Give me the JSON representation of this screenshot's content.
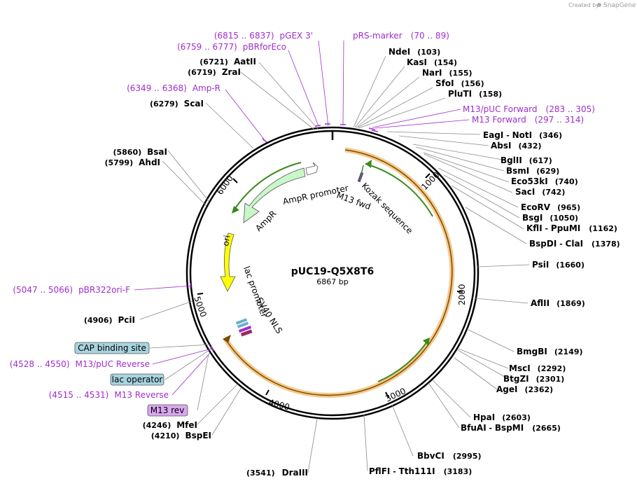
{
  "watermark": {
    "prefix": "Created by",
    "brand": "SnapGene"
  },
  "plasmid": {
    "name": "pUC19-Q5X8T6",
    "length_label": "6867 bp",
    "length": 6867
  },
  "ticks": [
    "1000",
    "2000",
    "3000",
    "4000",
    "5000",
    "6000"
  ],
  "enzymes": [
    {
      "name": "NdeI",
      "pos": "(103)"
    },
    {
      "name": "KasI",
      "pos": "(154)"
    },
    {
      "name": "NarI",
      "pos": "(155)"
    },
    {
      "name": "SfoI",
      "pos": "(156)"
    },
    {
      "name": "PluTI",
      "pos": "(158)"
    },
    {
      "name": "EagI",
      "sep": " - ",
      "name2": "NotI",
      "pos": "(346)"
    },
    {
      "name": "AbsI",
      "pos": "(432)"
    },
    {
      "name": "BglII",
      "pos": "(617)"
    },
    {
      "name": "BsmI",
      "pos": "(629)"
    },
    {
      "name": "Eco53kI",
      "pos": "(740)"
    },
    {
      "name": "SacI",
      "pos": "(742)"
    },
    {
      "name": "EcoRV",
      "pos": "(965)"
    },
    {
      "name": "BsgI",
      "pos": "(1050)"
    },
    {
      "name": "KflI",
      "sep": " - ",
      "name2": "PpuMI",
      "pos": "(1162)"
    },
    {
      "name": "BspDI",
      "sep": " - ",
      "name2": "ClaI",
      "pos": "(1378)"
    },
    {
      "name": "PsiI",
      "pos": "(1660)"
    },
    {
      "name": "AflII",
      "pos": "(1869)"
    },
    {
      "name": "BmgBI",
      "pos": "(2149)"
    },
    {
      "name": "MscI",
      "pos": "(2292)"
    },
    {
      "name": "BtgZI",
      "pos": "(2301)"
    },
    {
      "name": "AgeI",
      "pos": "(2362)"
    },
    {
      "name": "HpaI",
      "pos": "(2603)"
    },
    {
      "name": "BfuAI",
      "sep": " - ",
      "name2": "BspMI",
      "pos": "(2665)"
    },
    {
      "name": "BbvCI",
      "pos": "(2995)"
    },
    {
      "name": "PflFI",
      "sep": " - ",
      "name2": "Tth111I",
      "pos": "(3183)"
    },
    {
      "name": "DraIII",
      "pos": "(3541)"
    },
    {
      "name": "BspEI",
      "pos": "(4210)"
    },
    {
      "name": "MfeI",
      "pos": "(4246)"
    },
    {
      "name": "PciI",
      "pos": "(4906)"
    },
    {
      "name": "AhdI",
      "pos": "(5799)"
    },
    {
      "name": "BsaI",
      "pos": "(5860)"
    },
    {
      "name": "ScaI",
      "pos": "(6279)"
    },
    {
      "name": "ZraI",
      "pos": "(6719)"
    },
    {
      "name": "AatII",
      "pos": "(6721)"
    }
  ],
  "primers": [
    {
      "name": "pRS-marker",
      "range": "(70 .. 89)"
    },
    {
      "name": "M13/pUC Forward",
      "range": "(283 .. 305)"
    },
    {
      "name": "M13 Forward",
      "range": "(297 .. 314)"
    },
    {
      "name": "pGEX 3'",
      "range": "(6815 .. 6837)"
    },
    {
      "name": "pBRforEco",
      "range": "(6759 .. 6777)"
    },
    {
      "name": "Amp-R",
      "range": "(6349 .. 6368)"
    },
    {
      "name": "pBR322ori-F",
      "range": "(5047 .. 5066)"
    },
    {
      "name": "M13/pUC Reverse",
      "range": "(4528 .. 4550)"
    },
    {
      "name": "M13 Reverse",
      "range": "(4515 .. 4531)"
    }
  ],
  "boxed_features": [
    {
      "name": "CAP binding site",
      "color": "#a8d4e0"
    },
    {
      "name": "lac operator",
      "color": "#a8d4e0"
    },
    {
      "name": "M13 rev",
      "color": "#d9a6f0"
    }
  ],
  "features": [
    "AmpR promoter",
    "AmpR",
    "ori",
    "lac promoter",
    "SV40 NLS",
    "Kozak sequence",
    "M13 fwd"
  ],
  "colors": {
    "primer": "#a02ccf",
    "orange_feature": "#f0a030",
    "green_arrow": "#3a8a1a",
    "ampr": "#c8f7c8",
    "ori": "#ffff00",
    "backbone": "#000000"
  }
}
